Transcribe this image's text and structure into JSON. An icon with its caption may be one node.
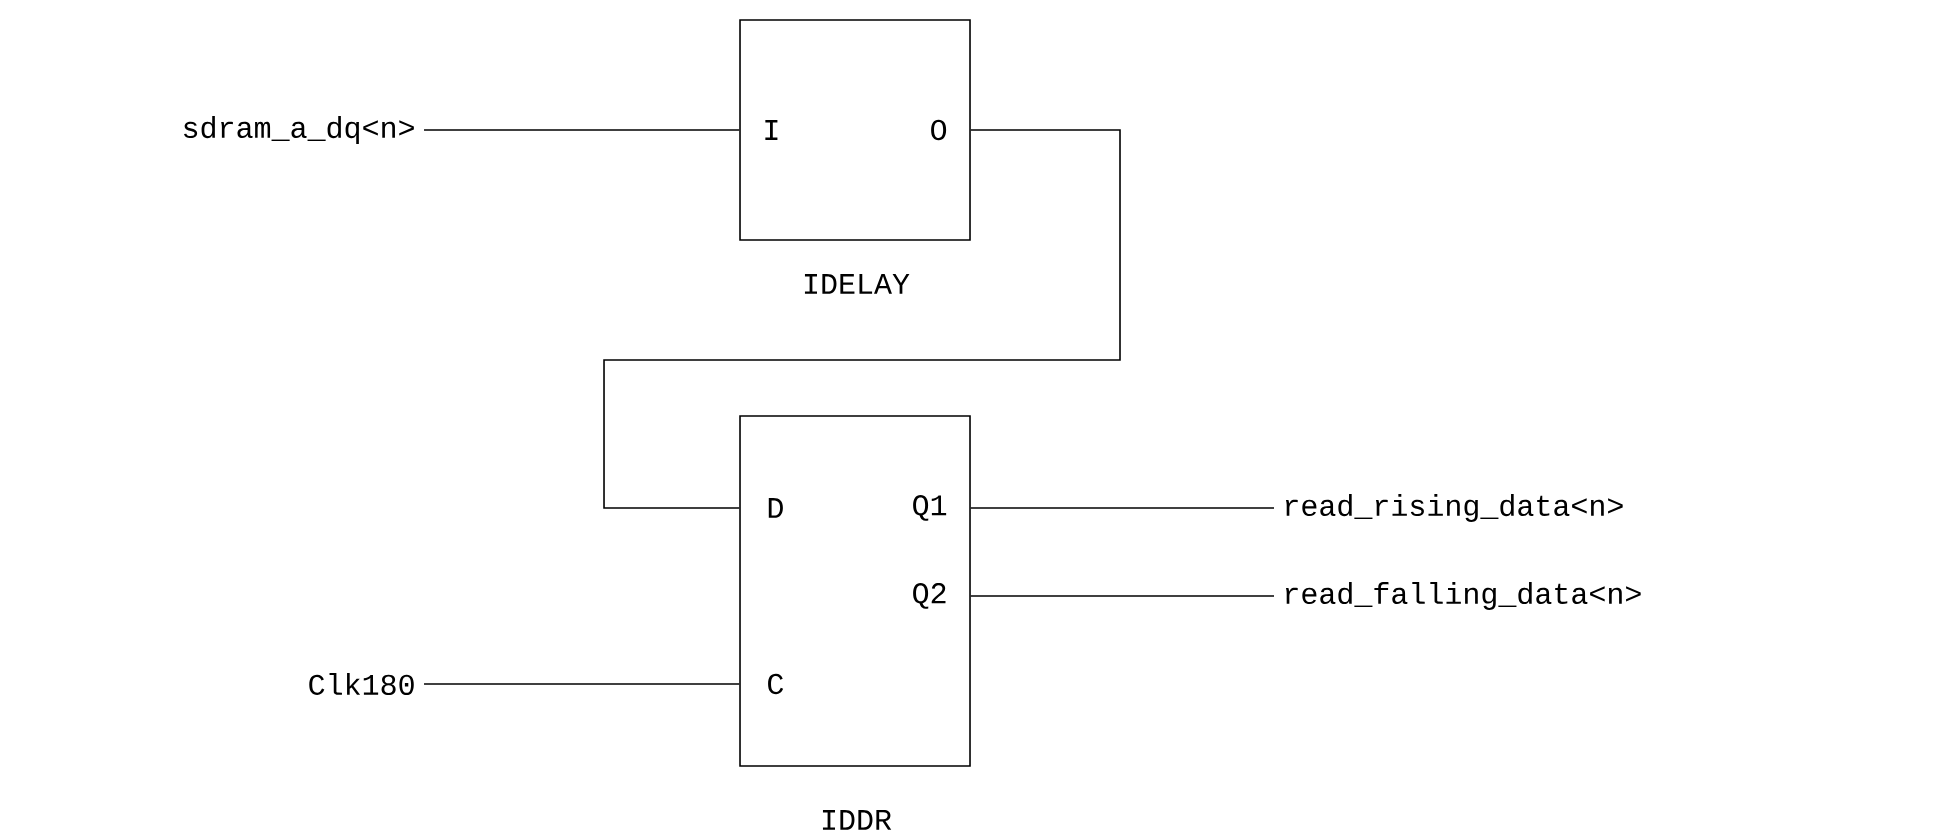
{
  "diagram": {
    "nodes": [
      {
        "text": [
          "sdram_a_dq<n>"
        ]
      },
      {
        "text": [
          "I",
          "O"
        ],
        "beside": [
          "IDELAY"
        ]
      },
      {
        "text": [
          "D",
          "Q1",
          "Q2",
          "C"
        ],
        "beside": [
          "IDDR"
        ]
      },
      {
        "text": [
          "Clk180"
        ]
      },
      {
        "text": [
          "read_rising_data<n>"
        ]
      },
      {
        "text": [
          "read_falling_data<n>"
        ]
      }
    ],
    "edges": [
      {
        "from": 0,
        "to": 1,
        "arrow": "none"
      },
      {
        "from": 1,
        "to": 2,
        "arrow": "none"
      },
      {
        "from": 2,
        "to": 4,
        "arrow": "none"
      },
      {
        "from": 2,
        "to": 5,
        "arrow": "none"
      },
      {
        "from": 3,
        "to": 2,
        "arrow": "none"
      }
    ]
  }
}
